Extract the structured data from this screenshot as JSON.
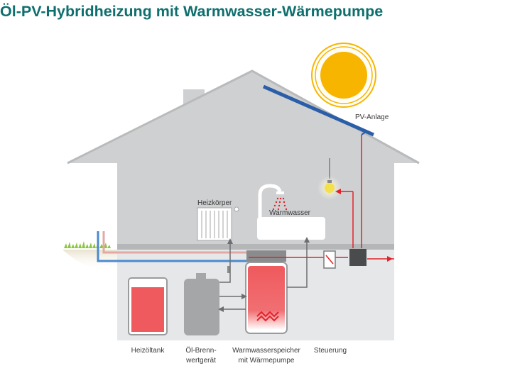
{
  "title": "Öl-PV-Hybridheizung mit Warmwasser-Wärmepumpe",
  "labels": {
    "pv": "PV-Anlage",
    "radiator": "Heizkörper",
    "hot_water": "Warmwasser",
    "oil_tank": "Heizöltank",
    "boiler_line1": "Öl-Brenn-",
    "boiler_line2": "wertgerät",
    "storage_line1": "Warmwasserspeicher",
    "storage_line2": "mit Wärmepumpe",
    "control": "Steuerung"
  },
  "colors": {
    "title": "#0f6f6e",
    "house": "#cfd0d1",
    "roof_edge": "#b9babb",
    "basement": "#e6e7e8",
    "floor_slab": "#b5b6b7",
    "hot_line": "#e2222b",
    "cold_line": "#4a8ad0",
    "return_line": "#e3a9a4",
    "pipe": "#6d6e70",
    "pv_panel": "#2b5ea8",
    "sun": "#f7b500",
    "tank_fill": "#ef5a5e",
    "grass": "#8cc63f"
  }
}
